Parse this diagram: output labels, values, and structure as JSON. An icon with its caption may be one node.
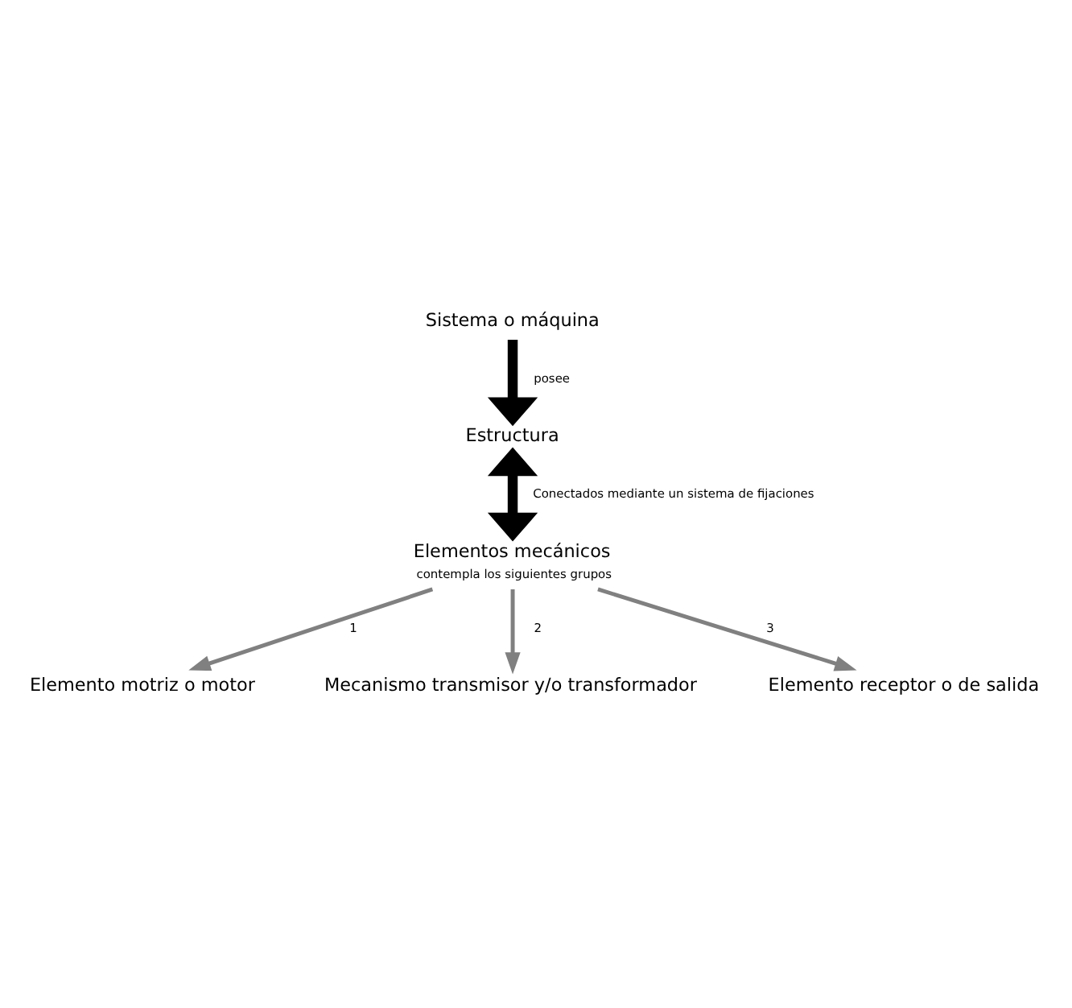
{
  "diagram": {
    "nodes": [
      {
        "text": [
          "Sistema o máquina"
        ]
      },
      {
        "text": [
          "Estructura"
        ]
      },
      {
        "text": [
          "Elementos mecánicos"
        ],
        "beside": [
          "contempla los siguientes grupos"
        ]
      },
      {
        "text": [
          "Elemento motriz o motor"
        ]
      },
      {
        "text": [
          "Mecanismo transmisor y/o transformador"
        ]
      },
      {
        "text": [
          "Elemento receptor o de salida"
        ]
      }
    ],
    "edges": [
      {
        "from": 0,
        "to": 1,
        "arrow": "to",
        "label": "posee",
        "style": "thick",
        "color": "#000000"
      },
      {
        "from": 1,
        "to": 2,
        "arrow": "both",
        "label": "Conectados mediante un sistema de fijaciones",
        "style": "thick",
        "color": "#000000"
      },
      {
        "from": 2,
        "to": 3,
        "arrow": "to",
        "label": "1",
        "color": "#808080"
      },
      {
        "from": 2,
        "to": 4,
        "arrow": "to",
        "label": "2",
        "color": "#808080"
      },
      {
        "from": 2,
        "to": 5,
        "arrow": "to",
        "label": "3",
        "color": "#808080"
      }
    ]
  }
}
